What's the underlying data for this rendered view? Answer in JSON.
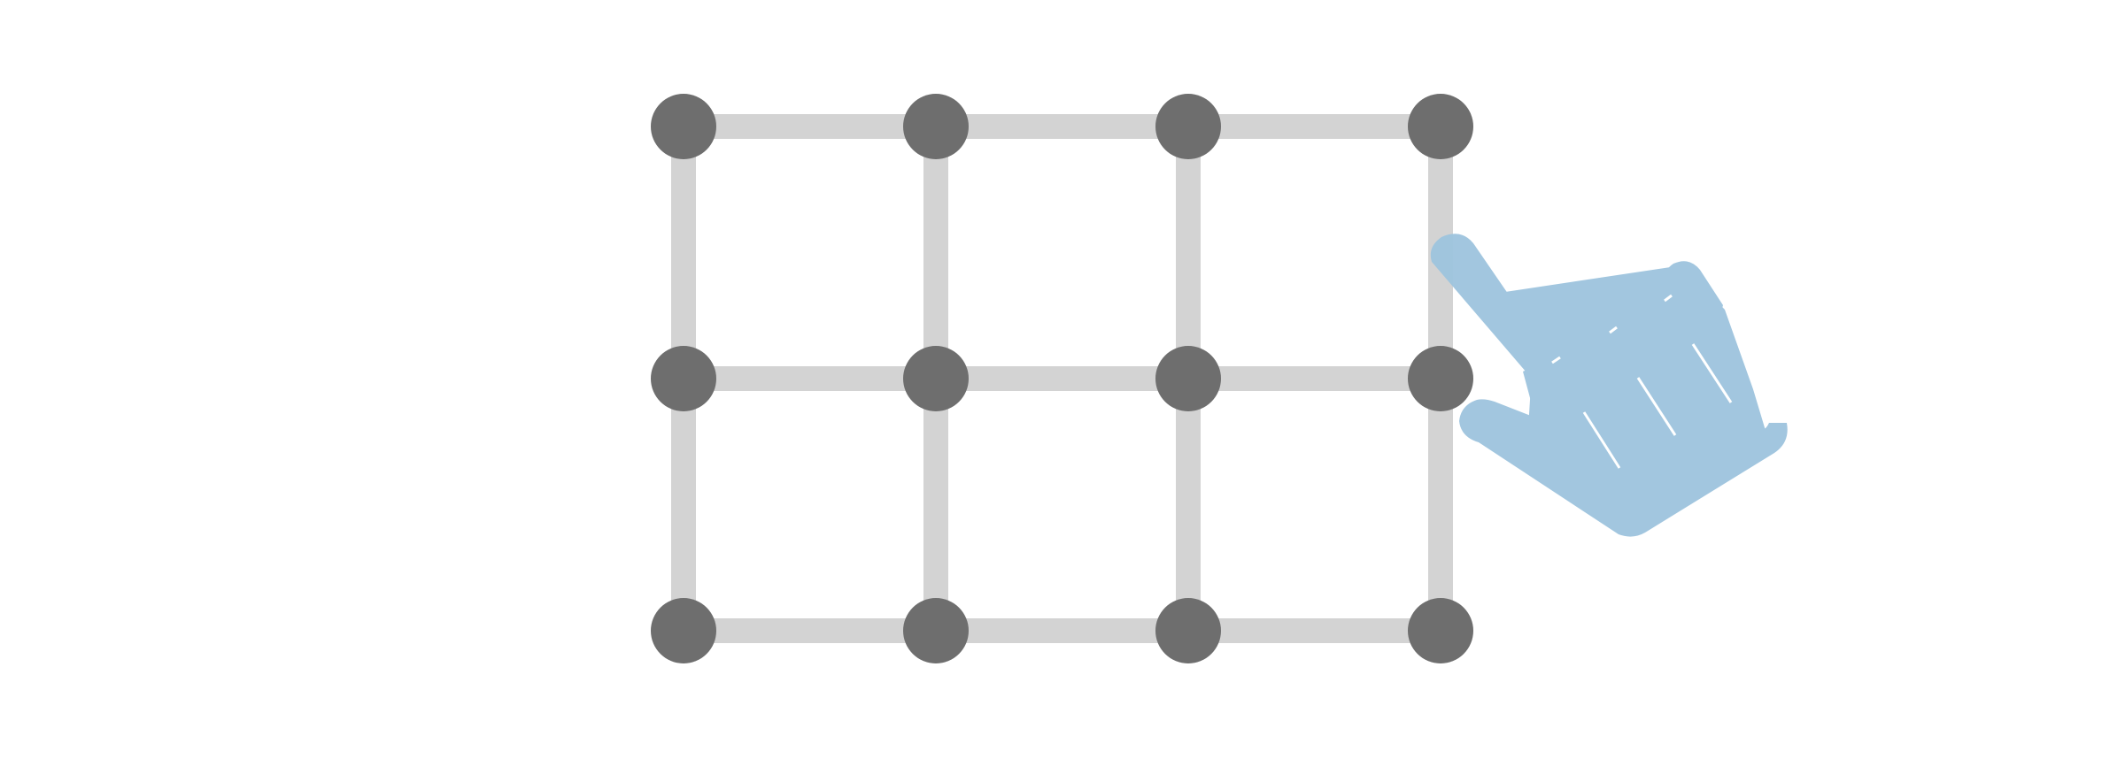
{
  "puzzle": {
    "rows": 3,
    "cols": 4,
    "edges": [
      {
        "from": [
          0,
          0
        ],
        "to": [
          0,
          1
        ]
      },
      {
        "from": [
          0,
          1
        ],
        "to": [
          0,
          2
        ]
      },
      {
        "from": [
          0,
          2
        ],
        "to": [
          0,
          3
        ]
      },
      {
        "from": [
          1,
          0
        ],
        "to": [
          1,
          1
        ]
      },
      {
        "from": [
          1,
          1
        ],
        "to": [
          1,
          2
        ]
      },
      {
        "from": [
          1,
          2
        ],
        "to": [
          1,
          3
        ]
      },
      {
        "from": [
          2,
          0
        ],
        "to": [
          2,
          1
        ]
      },
      {
        "from": [
          2,
          1
        ],
        "to": [
          2,
          2
        ]
      },
      {
        "from": [
          2,
          2
        ],
        "to": [
          2,
          3
        ]
      },
      {
        "from": [
          0,
          0
        ],
        "to": [
          1,
          0
        ]
      },
      {
        "from": [
          1,
          0
        ],
        "to": [
          2,
          0
        ]
      },
      {
        "from": [
          0,
          1
        ],
        "to": [
          1,
          1
        ]
      },
      {
        "from": [
          1,
          1
        ],
        "to": [
          2,
          1
        ]
      },
      {
        "from": [
          0,
          2
        ],
        "to": [
          1,
          2
        ]
      },
      {
        "from": [
          1,
          2
        ],
        "to": [
          2,
          2
        ]
      },
      {
        "from": [
          0,
          3
        ],
        "to": [
          1,
          3
        ]
      },
      {
        "from": [
          1,
          3
        ],
        "to": [
          2,
          3
        ]
      }
    ]
  },
  "hint": {
    "icon": "pointing-hand-icon"
  },
  "colors": {
    "background": "#ffffff",
    "node": "#6e6e6e",
    "edge": "#d3d3d3",
    "hand": "#9fc5de",
    "hand_lines": "#ffffff"
  }
}
